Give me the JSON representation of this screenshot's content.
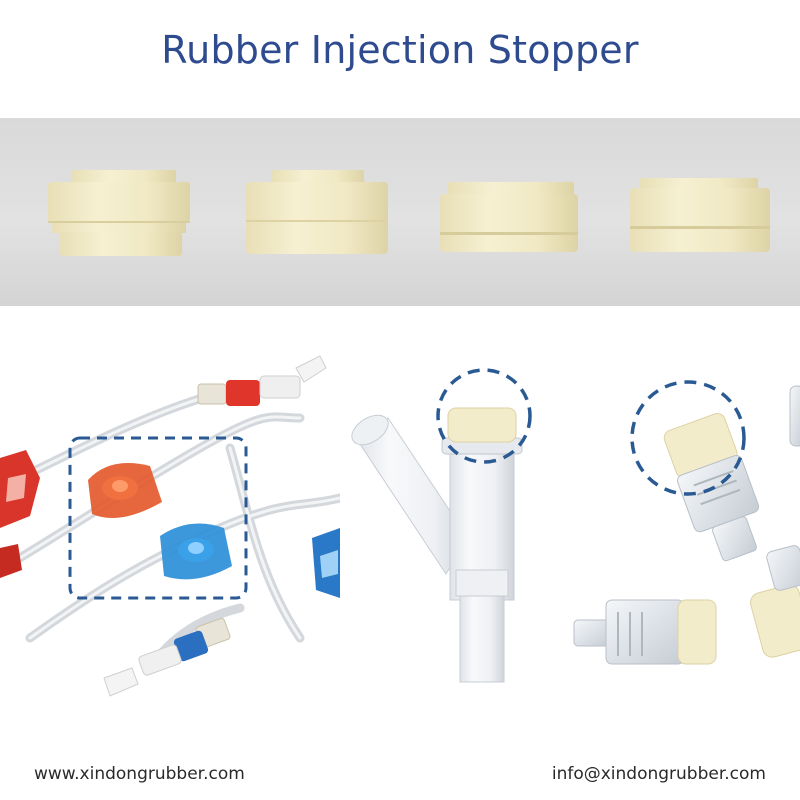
{
  "title": "Rubber Injection Stopper",
  "footer": {
    "website": "www.xindongrubber.com",
    "email": "info@xindongrubber.com"
  },
  "colors": {
    "title": "#2e4b8f",
    "stopper": "#f3eccb",
    "dashed_highlight": "#2a5a93",
    "red_clamp": "#e0422a",
    "blue_clamp": "#1f86d0"
  }
}
